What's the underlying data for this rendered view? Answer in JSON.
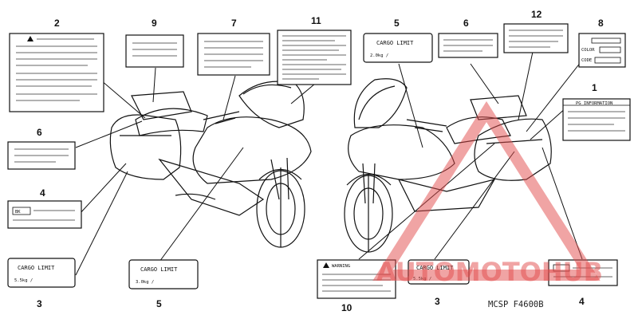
{
  "callouts": {
    "n1": "1",
    "n2": "2",
    "n3a": "3",
    "n3b": "3",
    "n4a": "4",
    "n4b": "4",
    "n5a": "5",
    "n5b": "5",
    "n6a": "6",
    "n6b": "6",
    "n7": "7",
    "n8": "8",
    "n9": "9",
    "n10": "10",
    "n11": "11",
    "n12": "12"
  },
  "labels": {
    "cargo_limit": "CARGO LIMIT",
    "load_a": "2.0kg /",
    "load_b": "3.0kg /",
    "load_c": "5.5kg /",
    "load_d": "5.5kg /",
    "warning": "WARNING",
    "color": "COLOR",
    "code": "CODE",
    "info_head": "PG INFORMATION",
    "bk": "BK"
  },
  "diagram_code": "MCSP  F4600B",
  "watermark": {
    "text": "AUTOMOTOHUB",
    "color": "#e24a4a"
  }
}
